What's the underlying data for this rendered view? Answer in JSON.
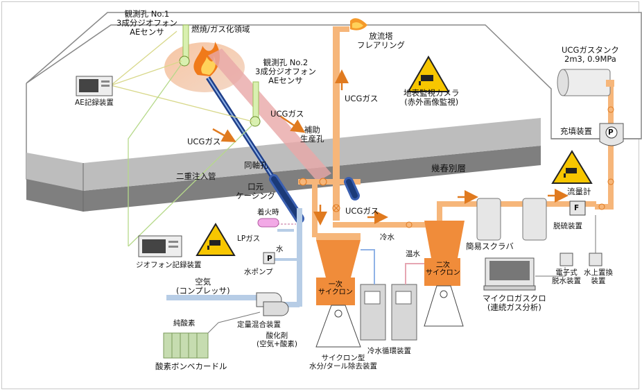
{
  "labels": {
    "obs_hole_1": [
      "観測孔 No.1",
      "3成分ジオフォン",
      "AEセンサ"
    ],
    "burn_zone": "燃焼/ガス化領域",
    "obs_hole_2": [
      "観測孔 No.2",
      "3成分ジオフォン",
      "AEセンサ"
    ],
    "ae_recorder": "AE記録装置",
    "ucg_gas_left": "UCGガス",
    "ucg_gas_mid": "UCGガス",
    "ucg_gas_up": "UCGガス",
    "ucg_gas_pipe": "UCGガス",
    "aux_hole": [
      "補助",
      "生産孔"
    ],
    "coaxial_hole": "同軸孔",
    "double_pipe": "二重注入管",
    "collar_casing": [
      "口元",
      "ケーシング"
    ],
    "flare_tower": [
      "放流塔",
      "フレアリング"
    ],
    "surface_camera": [
      "地表監視カメラ",
      "(赤外画像監視)"
    ],
    "tank": [
      "UCGガスタンク",
      "2m3, 0.9MPa"
    ],
    "filling_device": "充填装置",
    "pump_letter": "P",
    "flowmeter": "流量計",
    "flowmeter_letter": "F",
    "coal_seam": "幾春別層",
    "ignition": "着火時",
    "lp_gas": "LPガス",
    "water": "水",
    "water_pump": "水ポンプ",
    "geophone_recorder": "ジオフォン記録装置",
    "cold_water_label": "冷水",
    "warm_water_label": "温水",
    "primary_cyclone": [
      "一次",
      "サイクロン"
    ],
    "secondary_cyclone": [
      "二次",
      "サイクロン"
    ],
    "simple_scrubber": "簡易スクラバ",
    "desulfurizer": "脱硫装置",
    "electronic_dehumidifier": [
      "電子式",
      "脱水装置"
    ],
    "water_replacement": [
      "水上置換",
      "装置"
    ],
    "micro_gc": [
      "マイクロガスクロ",
      "(連続ガス分析)"
    ],
    "air_compressor": [
      "空気",
      "(コンプレッサ)"
    ],
    "constant_mixer": "定量混合装置",
    "oxidant": [
      "酸化剤",
      "(空気+酸素)"
    ],
    "pure_oxygen": "純酸素",
    "oxygen_cylinders": "酸素ボンベカードル",
    "cyclone_separator": [
      "サイクロン型",
      "水分/タール除去装置"
    ],
    "chiller": "冷水循環装置"
  },
  "colors": {
    "orange_pipe": "#f6b67a",
    "orange_arrow": "#e07a1f",
    "cyclone": "#f08c3a",
    "blue_pipe": "#b7cde6",
    "injection_pipe": "#1f3f8a",
    "seam": "#7f7f7f",
    "warning_yellow": "#f7c600"
  },
  "icons": [
    "warning-camera-icon",
    "flame-icon",
    "valve-icon",
    "pressure-gauge-icon"
  ]
}
